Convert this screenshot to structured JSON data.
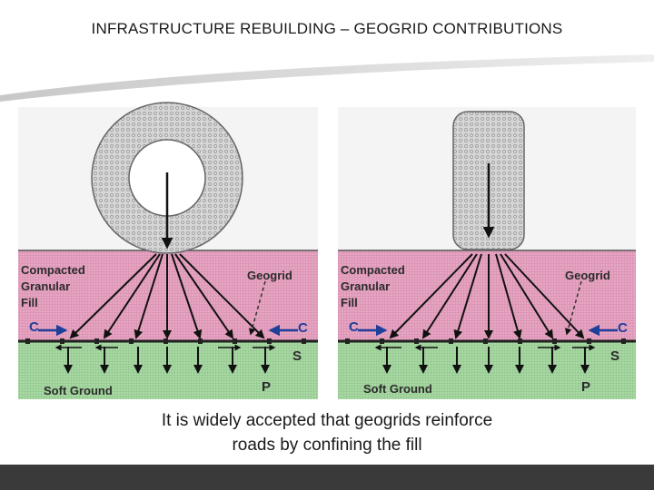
{
  "slide": {
    "title": "INFRASTRUCTURE REBUILDING – GEOGRID CONTRIBUTIONS",
    "caption_line1": "It is widely accepted that geogrids reinforce",
    "caption_line2": "roads by confining the fill"
  },
  "diagram_left": {
    "fill_label": [
      "Compacted",
      "Granular",
      "Fill"
    ],
    "geogrid_label": "Geogrid",
    "confinement_left": "C",
    "confinement_right": "C",
    "shear_label": "S",
    "pressure_label": "P",
    "soil_label": "Soft Ground"
  },
  "diagram_right": {
    "fill_label": [
      "Compacted",
      "Granular",
      "Fill"
    ],
    "geogrid_label": "Geogrid",
    "confinement_left": "C",
    "confinement_right": "C",
    "shear_label": "S",
    "pressure_label": "P",
    "soil_label": "Soft Ground"
  },
  "colors": {
    "fill_layer": "#e7a6c4",
    "soft_ground": "#a9d9a4",
    "arrow": "#111111",
    "confinement_arrow": "#1e3f9a",
    "wheel": "#d0d0d0",
    "bottom_bar": "#3a3a3a"
  }
}
